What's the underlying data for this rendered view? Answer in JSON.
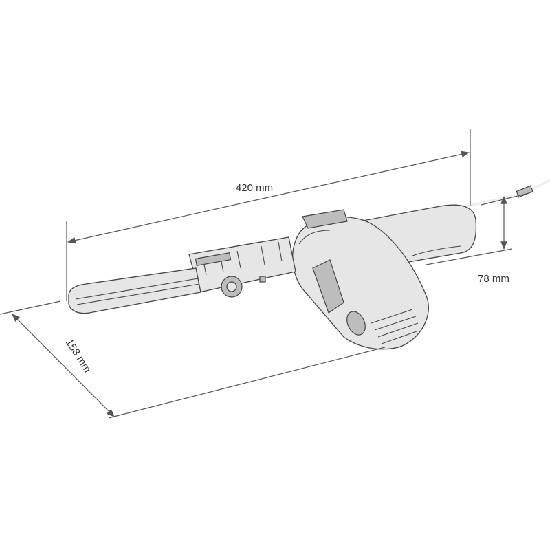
{
  "dimensions": {
    "length": "420 mm",
    "height": "78 mm",
    "width": "158 mm"
  },
  "colors": {
    "line": "#444444",
    "body": "#e6e6e6",
    "dimension": "#555555"
  }
}
